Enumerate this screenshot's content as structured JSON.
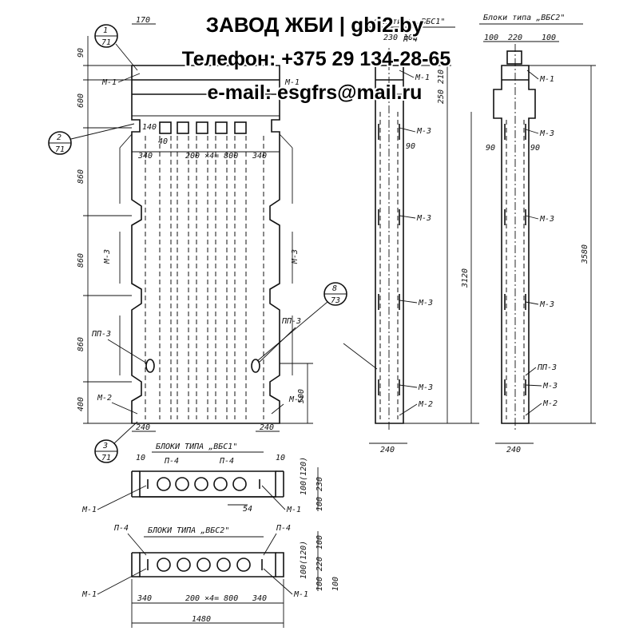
{
  "watermark": {
    "line1": "ЗАВОД ЖБИ | gbi2.by",
    "line2": "Телефон: +375 29 134-28-65",
    "line3": "e-mail: esgfrs@mail.ru"
  },
  "titles": {
    "side_vbs1": "Блоки типа „ВБС1\"",
    "side_vbs2": "Блоки типа „ВБС2\"",
    "plan_vbs1": "БЛОКИ ТИПА „ВБС1\"",
    "plan_vbs2": "БЛОКИ ТИПА „ВБС2\""
  },
  "callouts": [
    {
      "num": "1",
      "den": "71"
    },
    {
      "num": "2",
      "den": "71"
    },
    {
      "num": "3",
      "den": "71"
    },
    {
      "num": "8",
      "den": "73"
    }
  ],
  "marks": {
    "m1": "М-1",
    "m2": "М-2",
    "m3": "М-3",
    "pp3": "ПП-3",
    "p4": "П-4"
  },
  "dims": {
    "d90": "90",
    "d600": "600",
    "d860": "860",
    "d400": "400",
    "d500": "500",
    "d170": "170",
    "d140": "140",
    "d40": "40",
    "d340": "340",
    "d200x4": "200 ×4= 800",
    "d240": "240",
    "d230": "230",
    "d100": "100",
    "d250": "250",
    "d210": "210",
    "d3120": "3120",
    "d3580": "3580",
    "d220": "220",
    "d10": "10",
    "d54": "54",
    "d1480": "1480",
    "d100_120": "100(120)"
  }
}
